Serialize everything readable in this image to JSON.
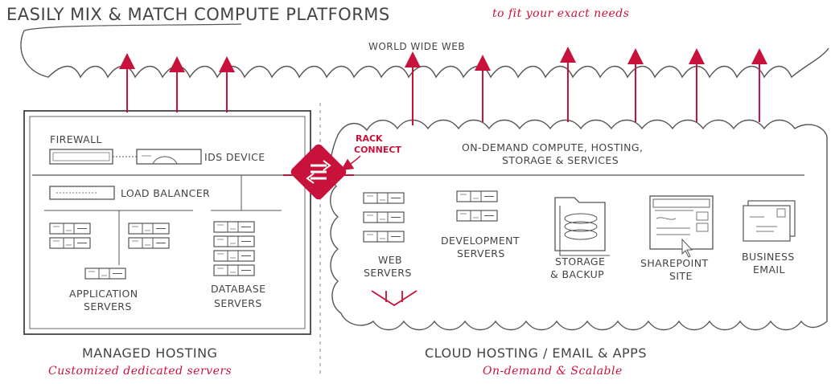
{
  "header": {
    "title": "EASILY MIX & MATCH COMPUTE PLATFORMS",
    "subtitle": "to fit your exact needs"
  },
  "internet_label": "WORLD WIDE WEB",
  "managed": {
    "firewall": "FIREWALL",
    "ids": "IDS DEVICE",
    "load_balancer": "LOAD  BALANCER",
    "app_servers_1": "APPLICATION",
    "app_servers_2": "SERVERS",
    "db_servers_1": "DATABASE",
    "db_servers_2": "SERVERS",
    "footer_title": "MANAGED HOSTING",
    "footer_sub": "Customized dedicated servers"
  },
  "rackconnect": {
    "line1": "RACK",
    "line2": "CONNECT"
  },
  "cloud": {
    "heading_1": "ON-DEMAND COMPUTE, HOSTING,",
    "heading_2": "STORAGE & SERVICES",
    "web_1": "WEB",
    "web_2": "SERVERS",
    "dev_1": "DEVELOPMENT",
    "dev_2": "SERVERS",
    "storage_1": "STORAGE",
    "storage_2": "& BACKUP",
    "sharepoint_1": "SHAREPOINT",
    "sharepoint_2": "SITE",
    "email_1": "BUSINESS",
    "email_2": "EMAIL",
    "footer_title": "CLOUD HOSTING / EMAIL & APPS",
    "footer_sub": "On-demand & Scalable"
  },
  "colors": {
    "accent": "#c8123c",
    "ink": "#444444"
  }
}
